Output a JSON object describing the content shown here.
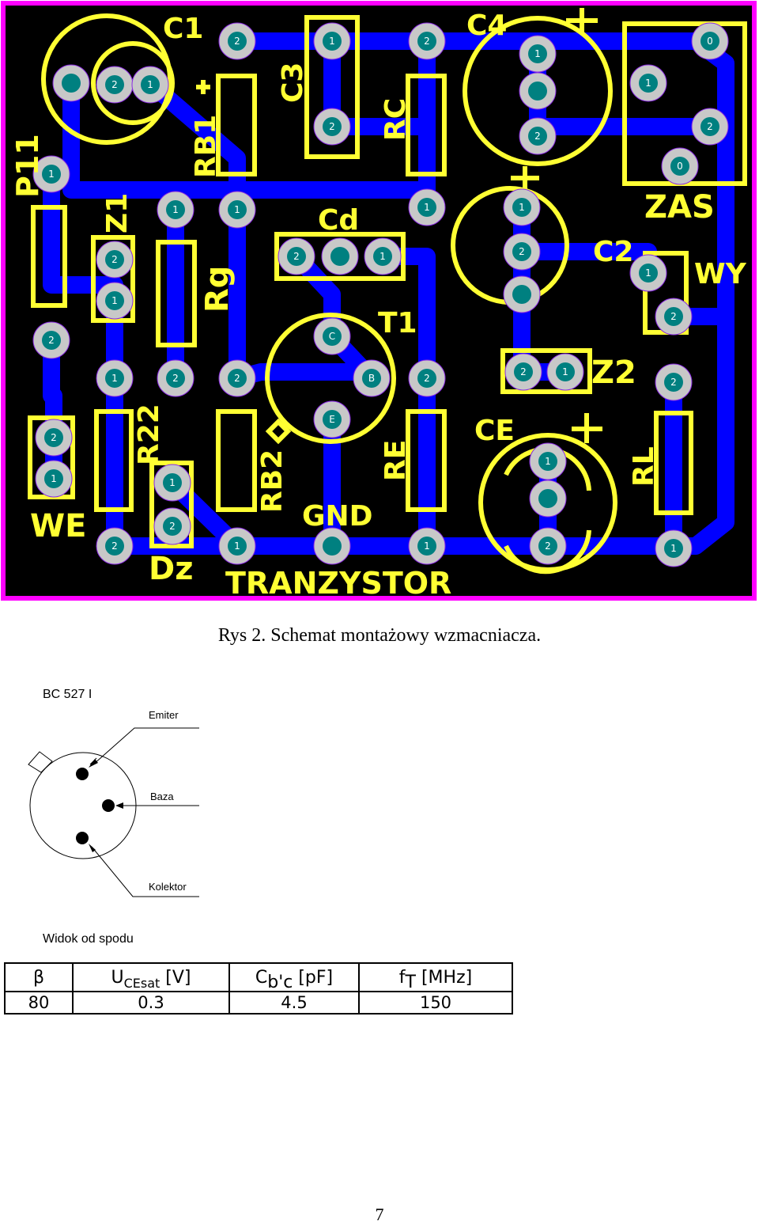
{
  "pcb": {
    "title": "TRANZYSTOR",
    "gnd_label": "GND",
    "components": {
      "C1": "C1",
      "C3": "C3",
      "C4": "C4",
      "RB1": "RB1",
      "RC": "RC",
      "P11": "P11",
      "Z1": "Z1",
      "Rg": "Rg",
      "Cd": "Cd",
      "ZAS": "ZAS",
      "C2": "C2",
      "WY": "WY",
      "T1": "T1",
      "Z2": "Z2",
      "R22": "R22",
      "RB2": "RB2",
      "RE": "RE",
      "CE": "CE",
      "RL": "RL",
      "WE": "WE",
      "Dz": "Dz"
    },
    "pin_letters": {
      "C": "C",
      "B": "B",
      "E": "E"
    },
    "pad_numbers": [
      "0",
      "1",
      "2"
    ],
    "colors": {
      "board": "#000000",
      "trace": "#0000ff",
      "silk": "#ffff33",
      "pad": "#c8c8c8",
      "pad_hole": "#008080",
      "border": "#ff00ff"
    }
  },
  "figure_caption": "Rys 2. Schemat montażowy wzmacniacza.",
  "transistor": {
    "model": "BC 527 I",
    "emitter_label": "Emiter",
    "base_label": "Baza",
    "collector_label": "Kolektor",
    "view_label": "Widok od spodu"
  },
  "params_table": {
    "headers": {
      "beta": "β",
      "uce_main": "U",
      "uce_sub": "CEsat",
      "uce_unit": " [V]",
      "cbc_main": "C",
      "cbc_sub": "b'c",
      "cbc_unit": " [pF]",
      "ft_main": "f",
      "ft_sub": "T",
      "ft_unit": " [MHz]"
    },
    "values": [
      "80",
      "0.3",
      "4.5",
      "150"
    ]
  },
  "page_number": "7"
}
